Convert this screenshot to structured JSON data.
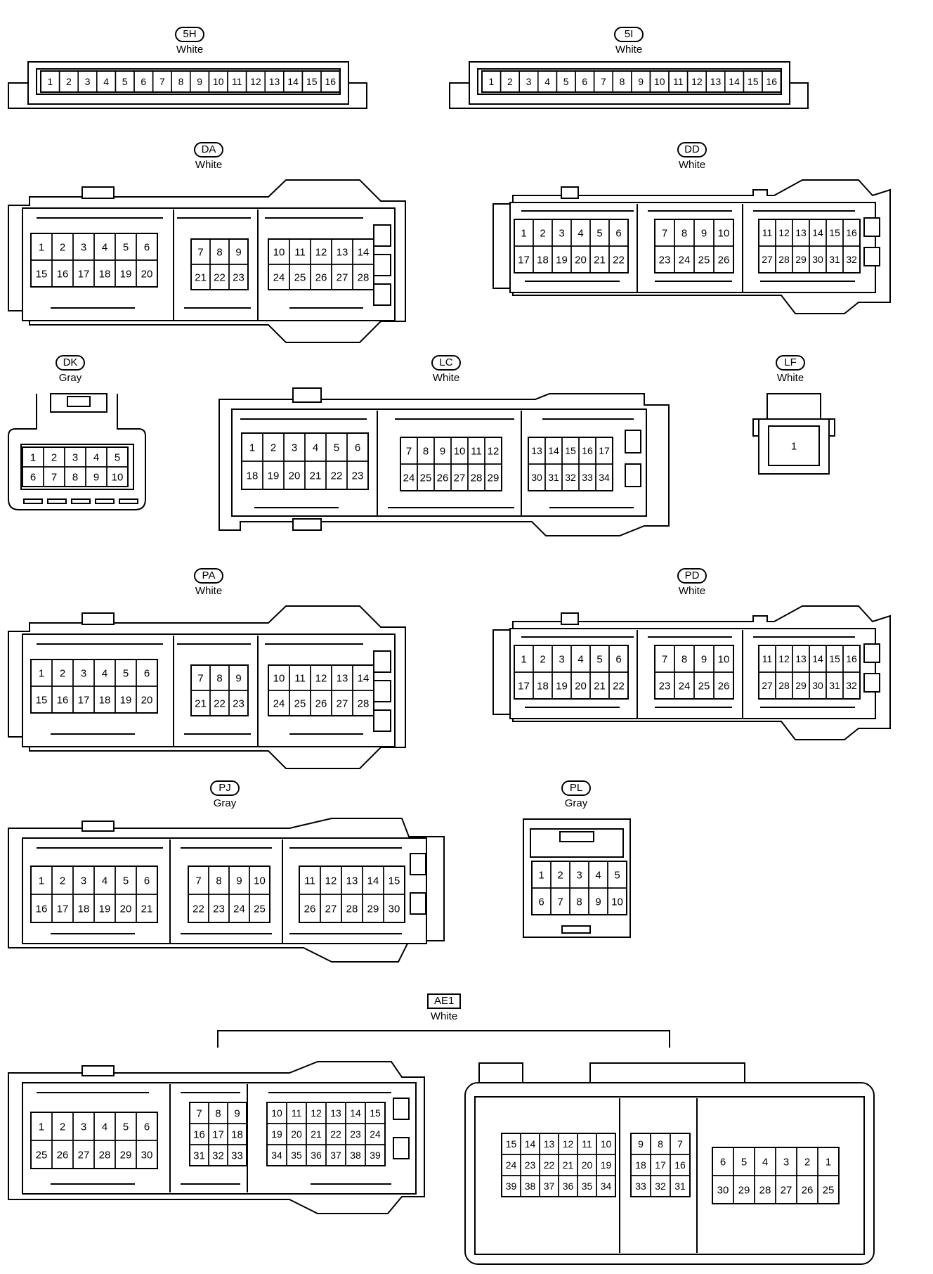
{
  "connectors": [
    {
      "id": "5H",
      "color": "White",
      "rows": [
        [
          1,
          2,
          3,
          4,
          5,
          6,
          7,
          8,
          9,
          10,
          11,
          12,
          13,
          14,
          15,
          16
        ]
      ]
    },
    {
      "id": "5I",
      "color": "White",
      "rows": [
        [
          1,
          2,
          3,
          4,
          5,
          6,
          7,
          8,
          9,
          10,
          11,
          12,
          13,
          14,
          15,
          16
        ]
      ]
    },
    {
      "id": "DA",
      "color": "White",
      "blocks": [
        {
          "rows": [
            [
              1,
              2,
              3,
              4,
              5,
              6
            ],
            [
              15,
              16,
              17,
              18,
              19,
              20
            ]
          ]
        },
        {
          "rows": [
            [
              7,
              8,
              9
            ],
            [
              21,
              22,
              23
            ]
          ]
        },
        {
          "rows": [
            [
              10,
              11,
              12,
              13,
              14
            ],
            [
              24,
              25,
              26,
              27,
              28
            ]
          ]
        }
      ]
    },
    {
      "id": "DD",
      "color": "White",
      "blocks": [
        {
          "rows": [
            [
              1,
              2,
              3,
              4,
              5,
              6
            ],
            [
              17,
              18,
              19,
              20,
              21,
              22
            ]
          ]
        },
        {
          "rows": [
            [
              7,
              8,
              9,
              10
            ],
            [
              23,
              24,
              25,
              26
            ]
          ]
        },
        {
          "rows": [
            [
              11,
              12,
              13,
              14,
              15,
              16
            ],
            [
              27,
              28,
              29,
              30,
              31,
              32
            ]
          ]
        }
      ]
    },
    {
      "id": "DK",
      "color": "Gray",
      "rows": [
        [
          1,
          2,
          3,
          4,
          5
        ],
        [
          6,
          7,
          8,
          9,
          10
        ]
      ]
    },
    {
      "id": "LC",
      "color": "White",
      "blocks": [
        {
          "rows": [
            [
              1,
              2,
              3,
              4,
              5,
              6
            ],
            [
              18,
              19,
              20,
              21,
              22,
              23
            ]
          ]
        },
        {
          "rows": [
            [
              7,
              8,
              9,
              10,
              11,
              12
            ],
            [
              24,
              25,
              26,
              27,
              28,
              29
            ]
          ]
        },
        {
          "rows": [
            [
              13,
              14,
              15,
              16,
              17
            ],
            [
              30,
              31,
              32,
              33,
              34
            ]
          ]
        }
      ]
    },
    {
      "id": "LF",
      "color": "White",
      "rows": [
        [
          1
        ]
      ]
    },
    {
      "id": "PA",
      "color": "White",
      "blocks": [
        {
          "rows": [
            [
              1,
              2,
              3,
              4,
              5,
              6
            ],
            [
              15,
              16,
              17,
              18,
              19,
              20
            ]
          ]
        },
        {
          "rows": [
            [
              7,
              8,
              9
            ],
            [
              21,
              22,
              23
            ]
          ]
        },
        {
          "rows": [
            [
              10,
              11,
              12,
              13,
              14
            ],
            [
              24,
              25,
              26,
              27,
              28
            ]
          ]
        }
      ]
    },
    {
      "id": "PD",
      "color": "White",
      "blocks": [
        {
          "rows": [
            [
              1,
              2,
              3,
              4,
              5,
              6
            ],
            [
              17,
              18,
              19,
              20,
              21,
              22
            ]
          ]
        },
        {
          "rows": [
            [
              7,
              8,
              9,
              10
            ],
            [
              23,
              24,
              25,
              26
            ]
          ]
        },
        {
          "rows": [
            [
              11,
              12,
              13,
              14,
              15,
              16
            ],
            [
              27,
              28,
              29,
              30,
              31,
              32
            ]
          ]
        }
      ]
    },
    {
      "id": "PJ",
      "color": "Gray",
      "blocks": [
        {
          "rows": [
            [
              1,
              2,
              3,
              4,
              5,
              6
            ],
            [
              16,
              17,
              18,
              19,
              20,
              21
            ]
          ]
        },
        {
          "rows": [
            [
              7,
              8,
              9,
              10
            ],
            [
              22,
              23,
              24,
              25
            ]
          ]
        },
        {
          "rows": [
            [
              11,
              12,
              13,
              14,
              15
            ],
            [
              26,
              27,
              28,
              29,
              30
            ]
          ]
        }
      ]
    },
    {
      "id": "PL",
      "color": "Gray",
      "rows": [
        [
          1,
          2,
          3,
          4,
          5
        ],
        [
          6,
          7,
          8,
          9,
          10
        ]
      ]
    },
    {
      "id": "AE1",
      "color": "White",
      "parts": [
        {
          "blocks": [
            {
              "rows": [
                [
                  1,
                  2,
                  3,
                  4,
                  5,
                  6
                ],
                [
                  25,
                  26,
                  27,
                  28,
                  29,
                  30
                ]
              ]
            },
            {
              "rows": [
                [
                  7,
                  8,
                  9
                ],
                [
                  16,
                  17,
                  18
                ],
                [
                  31,
                  32,
                  33
                ]
              ]
            },
            {
              "rows": [
                [
                  10,
                  11,
                  12,
                  13,
                  14,
                  15
                ],
                [
                  19,
                  20,
                  21,
                  22,
                  23,
                  24
                ],
                [
                  34,
                  35,
                  36,
                  37,
                  38,
                  39
                ]
              ]
            }
          ]
        },
        {
          "blocks": [
            {
              "rows": [
                [
                  15,
                  14,
                  13,
                  12,
                  11,
                  10
                ],
                [
                  24,
                  23,
                  22,
                  21,
                  20,
                  19
                ],
                [
                  39,
                  38,
                  37,
                  36,
                  35,
                  34
                ]
              ]
            },
            {
              "rows": [
                [
                  9,
                  8,
                  7
                ],
                [
                  18,
                  17,
                  16
                ],
                [
                  33,
                  32,
                  31
                ]
              ]
            },
            {
              "rows": [
                [
                  6,
                  5,
                  4,
                  3,
                  2,
                  1
                ],
                [
                  30,
                  29,
                  28,
                  27,
                  26,
                  25
                ]
              ]
            }
          ]
        }
      ]
    }
  ]
}
